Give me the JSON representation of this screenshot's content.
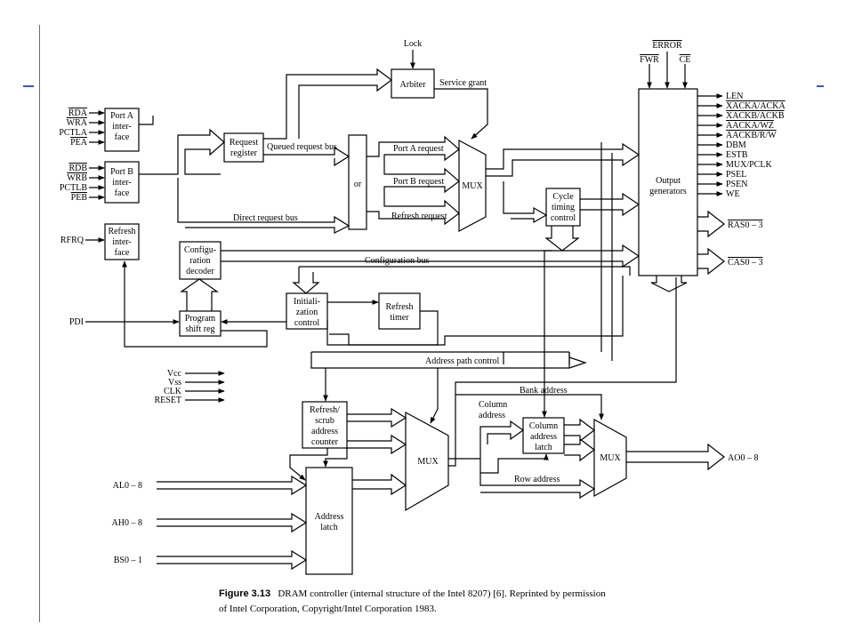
{
  "figure": {
    "caption_label": "Figure 3.13",
    "caption_line1": "DRAM controller (internal structure of the Intel 8207) [6]. Reprinted by permission",
    "caption_line2": "of Intel Corporation, Copyright/Intel Corporation 1983."
  },
  "blocks": {
    "port_a": [
      "Port A",
      "inter-",
      "face"
    ],
    "port_b": [
      "Port B",
      "inter-",
      "face"
    ],
    "refresh_iface": [
      "Refresh",
      "inter-",
      "face"
    ],
    "request_register": [
      "Request",
      "register"
    ],
    "arbiter": "Arbiter",
    "or": "or",
    "mux_top": "MUX",
    "cycle_timing": [
      "Cycle",
      "timing",
      "control"
    ],
    "output_generators": [
      "Output",
      "generators"
    ],
    "config_decoder": [
      "Configu-",
      "ration",
      "decoder"
    ],
    "program_shift": [
      "Program",
      "shift reg"
    ],
    "init_control": [
      "Initiali-",
      "zation",
      "control"
    ],
    "refresh_timer": [
      "Refresh",
      "timer"
    ],
    "refresh_scrub": [
      "Refresh/",
      "scrub",
      "address",
      "counter"
    ],
    "mux_mid": "MUX",
    "column_latch": [
      "Column",
      "address",
      "latch"
    ],
    "mux_right": "MUX",
    "address_latch": [
      "Address",
      "latch"
    ]
  },
  "signals": {
    "port_a_inputs": [
      "RDA",
      "WRA",
      "PCTLA",
      "PEA"
    ],
    "port_b_inputs": [
      "RDB",
      "WRB",
      "PCTLB",
      "PEB"
    ],
    "rfrq": "RFRQ",
    "pdi": "PDI",
    "lock": "Lock",
    "error": "ERROR",
    "fwr": "FWR",
    "ce": "CE",
    "outputs": [
      "LEN",
      "XACKA/ACKA",
      "XACKB/ACKB",
      "AACKA/WZ",
      "AACKB/R/W",
      "DBM",
      "ESTB",
      "MUX/PCLK",
      "PSEL",
      "PSEN",
      "WE"
    ],
    "ras": "RAS0 – 3",
    "cas": "CAS0 – 3",
    "power": [
      "Vcc",
      "Vss",
      "CLK",
      "RESET"
    ],
    "addr_inputs": [
      "AL0 – 8",
      "AH0 – 8",
      "BS0 – 1"
    ],
    "ao": "AO0 – 8"
  },
  "buses": {
    "service_grant": "Service grant",
    "queued_request": "Queued request bus",
    "direct_request": "Direct request bus",
    "port_a_request": "Port A request",
    "port_b_request": "Port B request",
    "refresh_request": "Refresh request",
    "configuration_bus": "Configuration bus",
    "address_path_control": "Address path control",
    "bank_address": "Bank address",
    "column_address": [
      "Column",
      "address"
    ],
    "row_address": "Row address"
  }
}
